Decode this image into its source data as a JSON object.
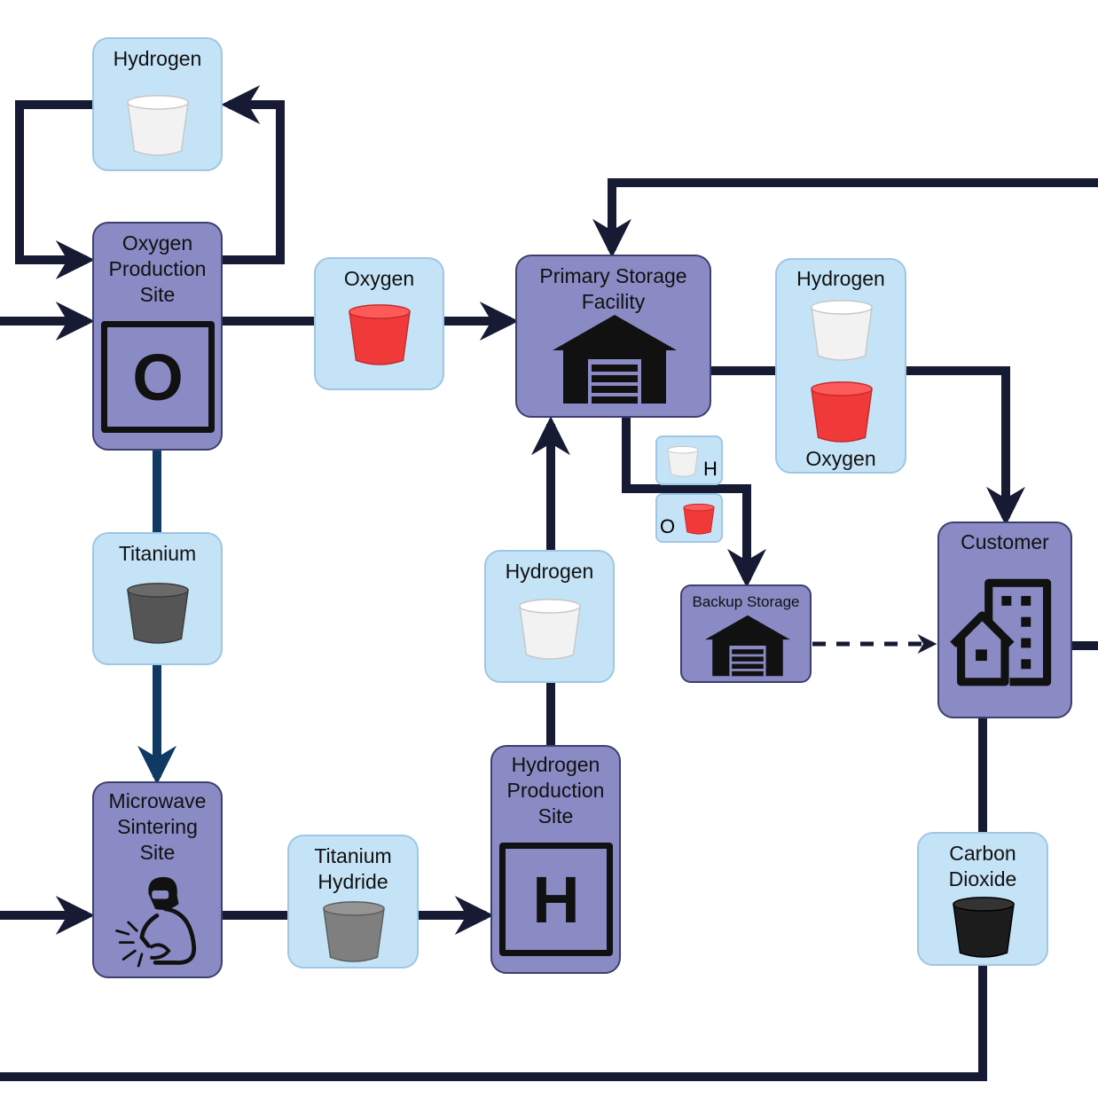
{
  "colors": {
    "site_fill": "#8a8bc5",
    "resource_fill": "#c5e3f6",
    "connector": "#161a33",
    "connector_blue": "#0f3a64",
    "oxygen_bucket": "#f03a3a",
    "hydrogen_bucket": "#f2f2f2",
    "titanium_bucket": "#555555",
    "titanium_hydride_bucket": "#7f7f7f",
    "carbon_dioxide_bucket": "#1c1c1c"
  },
  "sites": {
    "oxygen_production": {
      "label": "Oxygen\nProduction\nSite",
      "symbol": "O"
    },
    "primary_storage": {
      "label": "Primary Storage\nFacility",
      "icon": "warehouse-icon"
    },
    "backup_storage": {
      "label": "Backup Storage",
      "icon": "warehouse-icon"
    },
    "customer": {
      "label": "Customer",
      "icon": "buildings-icon"
    },
    "microwave_sintering": {
      "label": "Microwave\nSintering\nSite",
      "icon": "welder-icon"
    },
    "hydrogen_production": {
      "label": "Hydrogen\nProduction\nSite",
      "symbol": "H"
    }
  },
  "resources": {
    "hydrogen_top": {
      "label": "Hydrogen",
      "icon": "bucket-icon"
    },
    "oxygen_mid": {
      "label": "Oxygen",
      "icon": "bucket-icon"
    },
    "hydrogen_oxygen": {
      "label_top": "Hydrogen",
      "label_bottom": "Oxygen",
      "icon": "bucket-icon"
    },
    "titanium": {
      "label": "Titanium",
      "icon": "bucket-icon"
    },
    "hydrogen_mid": {
      "label": "Hydrogen",
      "icon": "bucket-icon"
    },
    "titanium_hydride": {
      "label": "Titanium\nHydride",
      "icon": "bucket-icon"
    },
    "carbon_dioxide": {
      "label": "Carbon\nDioxide",
      "icon": "bucket-icon"
    },
    "mini_h": {
      "label": "H",
      "icon": "bucket-icon"
    },
    "mini_o": {
      "label": "O",
      "icon": "bucket-icon"
    }
  }
}
